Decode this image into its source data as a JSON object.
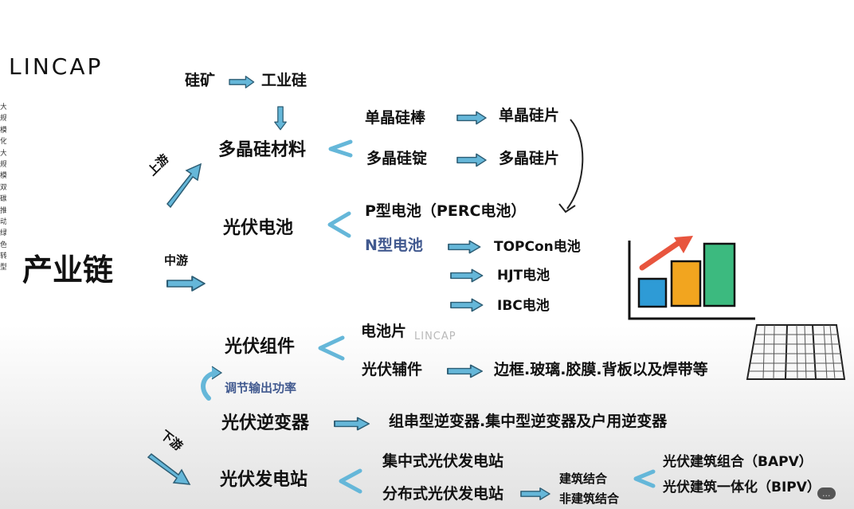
{
  "brand": {
    "logo": "LINCAP",
    "watermark": "LINCAP"
  },
  "root": "产业链",
  "stages": {
    "upstream": "上游",
    "midstream": "中游",
    "downstream": "下游"
  },
  "upstream": {
    "ore": "硅矿",
    "industrial_silicon": "工业硅",
    "polysilicon": "多晶硅材料",
    "mono_rod": "单晶硅棒",
    "poly_ingot": "多晶硅锭",
    "mono_wafer": "单晶硅片",
    "poly_wafer": "多晶硅片"
  },
  "midstream": {
    "pv_cell": "光伏电池",
    "p_type": "P型电池（PERC电池）",
    "n_type": "N型电池",
    "n_types": [
      "TOPCon电池",
      "HJT电池",
      "IBC电池"
    ]
  },
  "module": {
    "pv_module": "光伏组件",
    "cell_piece": "电池片",
    "accessory": "光伏辅件",
    "accessory_detail": "边框.玻璃.胶膜.背板以及焊带等",
    "power_note": "调节输出功率"
  },
  "downstream": {
    "inverter": "光伏逆变器",
    "inverter_types": "组串型逆变器.集中型逆变器及户用逆变器",
    "station": "光伏发电站",
    "centralized": "集中式光伏发电站",
    "distributed": "分布式光伏发电站",
    "building_combined": "建筑结合",
    "non_building": "非建筑结合",
    "bapv": "光伏建筑组合（BAPV）",
    "bipv": "光伏建筑一体化（BIPV）"
  },
  "colors": {
    "arrow": "#65b7d9",
    "arrow_stroke": "#2d5d74",
    "text_blue": "#41598f",
    "bar_blue": "#2e9bd6",
    "bar_orange": "#f2a51f",
    "bar_green": "#3cba7f",
    "trend_red": "#e8553e"
  },
  "icons": {
    "growth_chart": "bar-chart-growth-icon",
    "solar_panel": "solar-panel-icon"
  },
  "edge_text": "大规模化，大规模，双碳推动，绿色转型，",
  "tag": "..."
}
